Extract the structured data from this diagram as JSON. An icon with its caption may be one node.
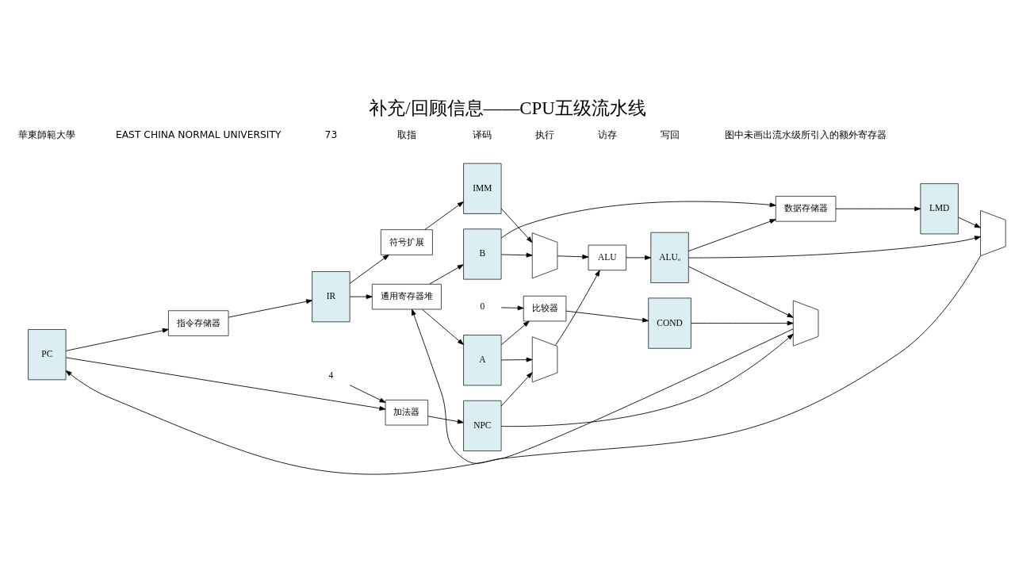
{
  "diagram": {
    "title": "补充/回顾信息——CPU五级流水线",
    "nodes": [
      {
        "text": [
          "PC"
        ]
      },
      {
        "text": [
          "4"
        ]
      },
      {
        "text": [
          "加法器"
        ]
      },
      {
        "text": [
          "指令存储器"
        ]
      },
      {
        "text": [
          "NPC"
        ]
      },
      {
        "text": [
          "IR"
        ]
      },
      {
        "text": [
          "通用寄存器堆"
        ]
      },
      {
        "text": [
          "符号扩展"
        ]
      },
      {
        "text": [
          "A"
        ]
      },
      {
        "text": [
          "B"
        ]
      },
      {
        "text": [
          "IMM"
        ]
      },
      {
        "text": [
          "0"
        ]
      },
      {
        "text": [
          "比较器"
        ]
      },
      {
        "text": [],
        "shape": "trapezoid"
      },
      {
        "text": [],
        "shape": "trapezoid"
      },
      {
        "text": [
          "ALU"
        ]
      },
      {
        "text": [
          "COND"
        ]
      },
      {
        "text": [
          "ALUₒ"
        ]
      },
      {
        "text": [],
        "shape": "trapezoid"
      },
      {
        "text": [
          "数据存储器"
        ]
      },
      {
        "text": [
          "LMD"
        ]
      },
      {
        "text": [],
        "shape": "trapezoid"
      }
    ],
    "edges": [
      {
        "from": 0,
        "to": 2,
        "arrow": "to"
      },
      {
        "from": 1,
        "to": 2,
        "arrow": "to"
      },
      {
        "from": 0,
        "to": 3,
        "arrow": "to"
      },
      {
        "from": 2,
        "to": 4,
        "arrow": "to"
      },
      {
        "from": 3,
        "to": 5,
        "arrow": "to"
      },
      {
        "from": 4,
        "to": 18,
        "arrow": "to"
      },
      {
        "from": 4,
        "to": 13,
        "arrow": "to"
      },
      {
        "from": 5,
        "to": 6,
        "arrow": "to"
      },
      {
        "from": 5,
        "to": 7,
        "arrow": "to"
      },
      {
        "from": 6,
        "to": 8,
        "arrow": "to"
      },
      {
        "from": 6,
        "to": 9,
        "arrow": "to"
      },
      {
        "from": 7,
        "to": 10,
        "arrow": "to"
      },
      {
        "from": 11,
        "to": 12,
        "arrow": "to"
      },
      {
        "from": 8,
        "to": 12,
        "arrow": "to"
      },
      {
        "from": 8,
        "to": 13,
        "arrow": "to"
      },
      {
        "from": 9,
        "to": 14,
        "arrow": "to"
      },
      {
        "from": 10,
        "to": 14,
        "arrow": "to"
      },
      {
        "from": 9,
        "to": 19,
        "arrow": "to"
      },
      {
        "from": 12,
        "to": 16,
        "arrow": "to"
      },
      {
        "from": 13,
        "to": 15,
        "arrow": "to"
      },
      {
        "from": 14,
        "to": 15,
        "arrow": "to"
      },
      {
        "from": 15,
        "to": 17,
        "arrow": "to"
      },
      {
        "from": 16,
        "to": 18,
        "arrow": "to"
      },
      {
        "from": 17,
        "to": 18,
        "arrow": "to"
      },
      {
        "from": 17,
        "to": 19,
        "arrow": "to"
      },
      {
        "from": 17,
        "to": 21,
        "arrow": "to"
      },
      {
        "from": 19,
        "to": 20,
        "arrow": "to"
      },
      {
        "from": 20,
        "to": 21,
        "arrow": "to"
      },
      {
        "from": 18,
        "to": 0,
        "arrow": "to"
      },
      {
        "from": 21,
        "to": 6,
        "arrow": "to"
      }
    ],
    "labels": [
      "華東師範大學",
      "EAST CHINA NORMAL UNIVERSITY",
      "73",
      "取指",
      "译码",
      "执行",
      "访存",
      "写回",
      "图中未画出流水级所引入的额外寄存器"
    ]
  }
}
